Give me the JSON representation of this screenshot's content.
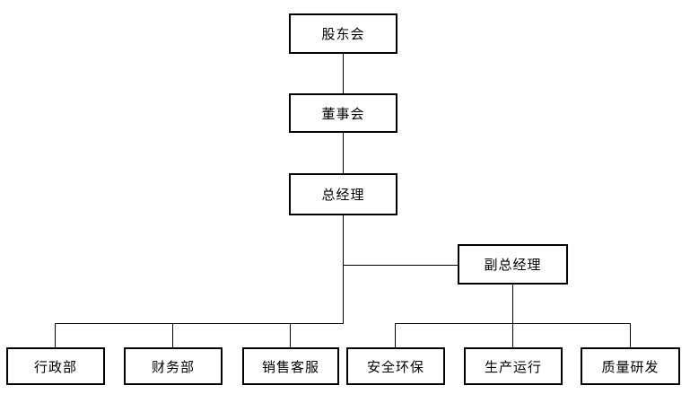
{
  "diagram": {
    "type": "org-chart",
    "nodes": [
      {
        "id": "shareholders-meeting",
        "label": "股东会",
        "level": 1
      },
      {
        "id": "board-of-directors",
        "label": "董事会",
        "level": 2
      },
      {
        "id": "general-manager",
        "label": "总经理",
        "level": 3
      },
      {
        "id": "deputy-general-manager",
        "label": "副总经理",
        "level": 4
      },
      {
        "id": "admin-dept",
        "label": "行政部",
        "level": 5
      },
      {
        "id": "finance-dept",
        "label": "财务部",
        "level": 5
      },
      {
        "id": "sales-customer-service",
        "label": "销售客服",
        "level": 5
      },
      {
        "id": "safety-environment",
        "label": "安全环保",
        "level": 5
      },
      {
        "id": "production-operation",
        "label": "生产运行",
        "level": 5
      },
      {
        "id": "quality-rnd",
        "label": "质量研发",
        "level": 5
      }
    ],
    "edges": [
      {
        "from": "股东会",
        "to": "董事会"
      },
      {
        "from": "董事会",
        "to": "总经理"
      },
      {
        "from": "总经理",
        "to": "副总经理"
      },
      {
        "from": "总经理",
        "to": "行政部"
      },
      {
        "from": "总经理",
        "to": "财务部"
      },
      {
        "from": "总经理",
        "to": "销售客服"
      },
      {
        "from": "副总经理",
        "to": "安全环保"
      },
      {
        "from": "副总经理",
        "to": "生产运行"
      },
      {
        "from": "副总经理",
        "to": "质量研发"
      }
    ],
    "colors": {
      "line": "#000000",
      "box_border": "#000000",
      "box_fill": "#ffffff",
      "text": "#000000",
      "background": "#ffffff"
    }
  }
}
